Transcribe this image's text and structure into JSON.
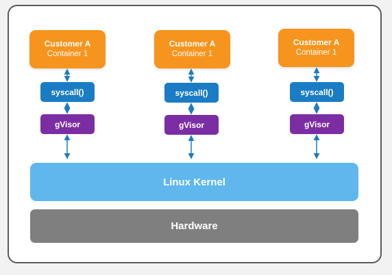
{
  "columns": [
    {
      "customer": "Customer A",
      "container": "Container 1",
      "syscall": "syscall()",
      "sandbox": "gVisor"
    },
    {
      "customer": "Customer A",
      "container": "Container 1",
      "syscall": "syscall()",
      "sandbox": "gVisor"
    },
    {
      "customer": "Customer A",
      "container": "Container 1",
      "syscall": "syscall()",
      "sandbox": "gVisor"
    }
  ],
  "kernel": "Linux Kernel",
  "hardware": "Hardware",
  "colors": {
    "container": "#f7941d",
    "syscall": "#1a7cc4",
    "sandbox": "#7b2ea3",
    "kernel": "#5fb7ee",
    "hardware": "#7f7f7f",
    "arrow": "#1a7cc4"
  }
}
